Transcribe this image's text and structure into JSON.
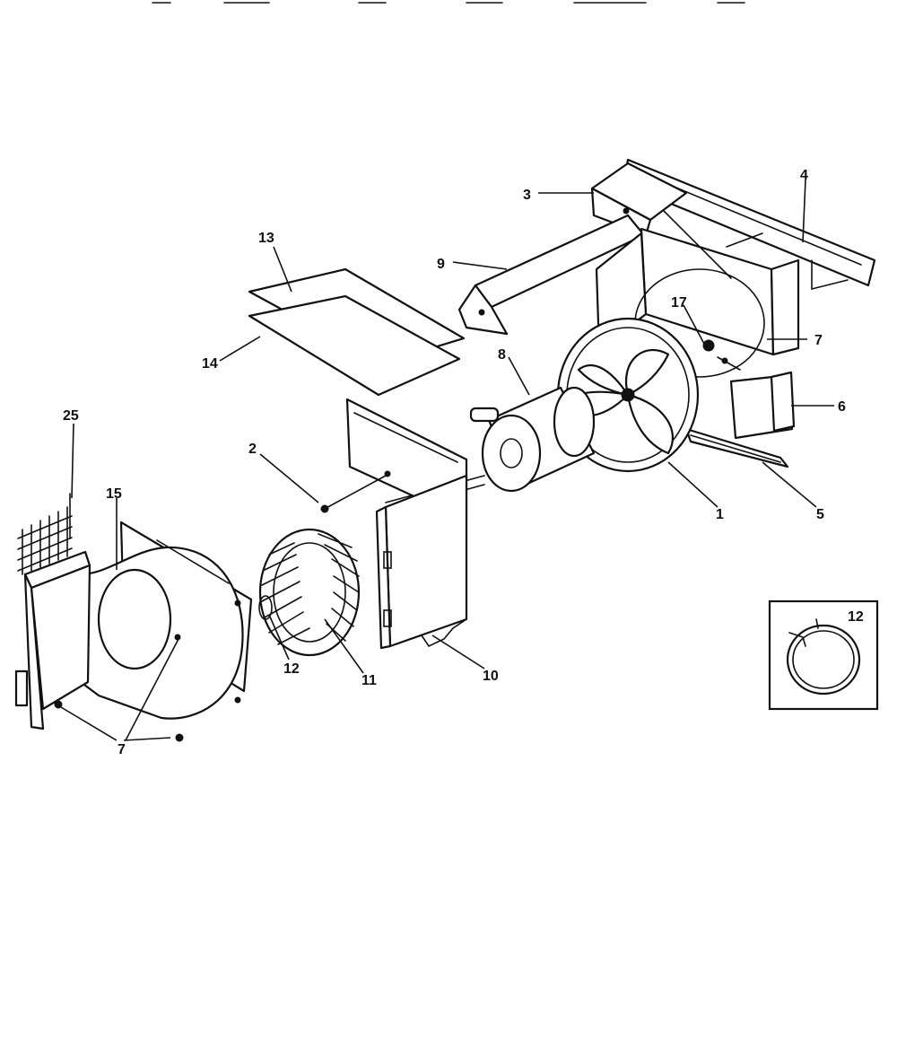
{
  "callouts": {
    "c1": "1",
    "c2": "2",
    "c3": "3",
    "c4": "4",
    "c5": "5",
    "c6": "6",
    "c7a": "7",
    "c7b": "7",
    "c8": "8",
    "c9": "9",
    "c10": "10",
    "c11": "11",
    "c12": "12",
    "c13": "13",
    "c14": "14",
    "c15": "15",
    "c17": "17",
    "c25": "25",
    "inset12": "12"
  }
}
